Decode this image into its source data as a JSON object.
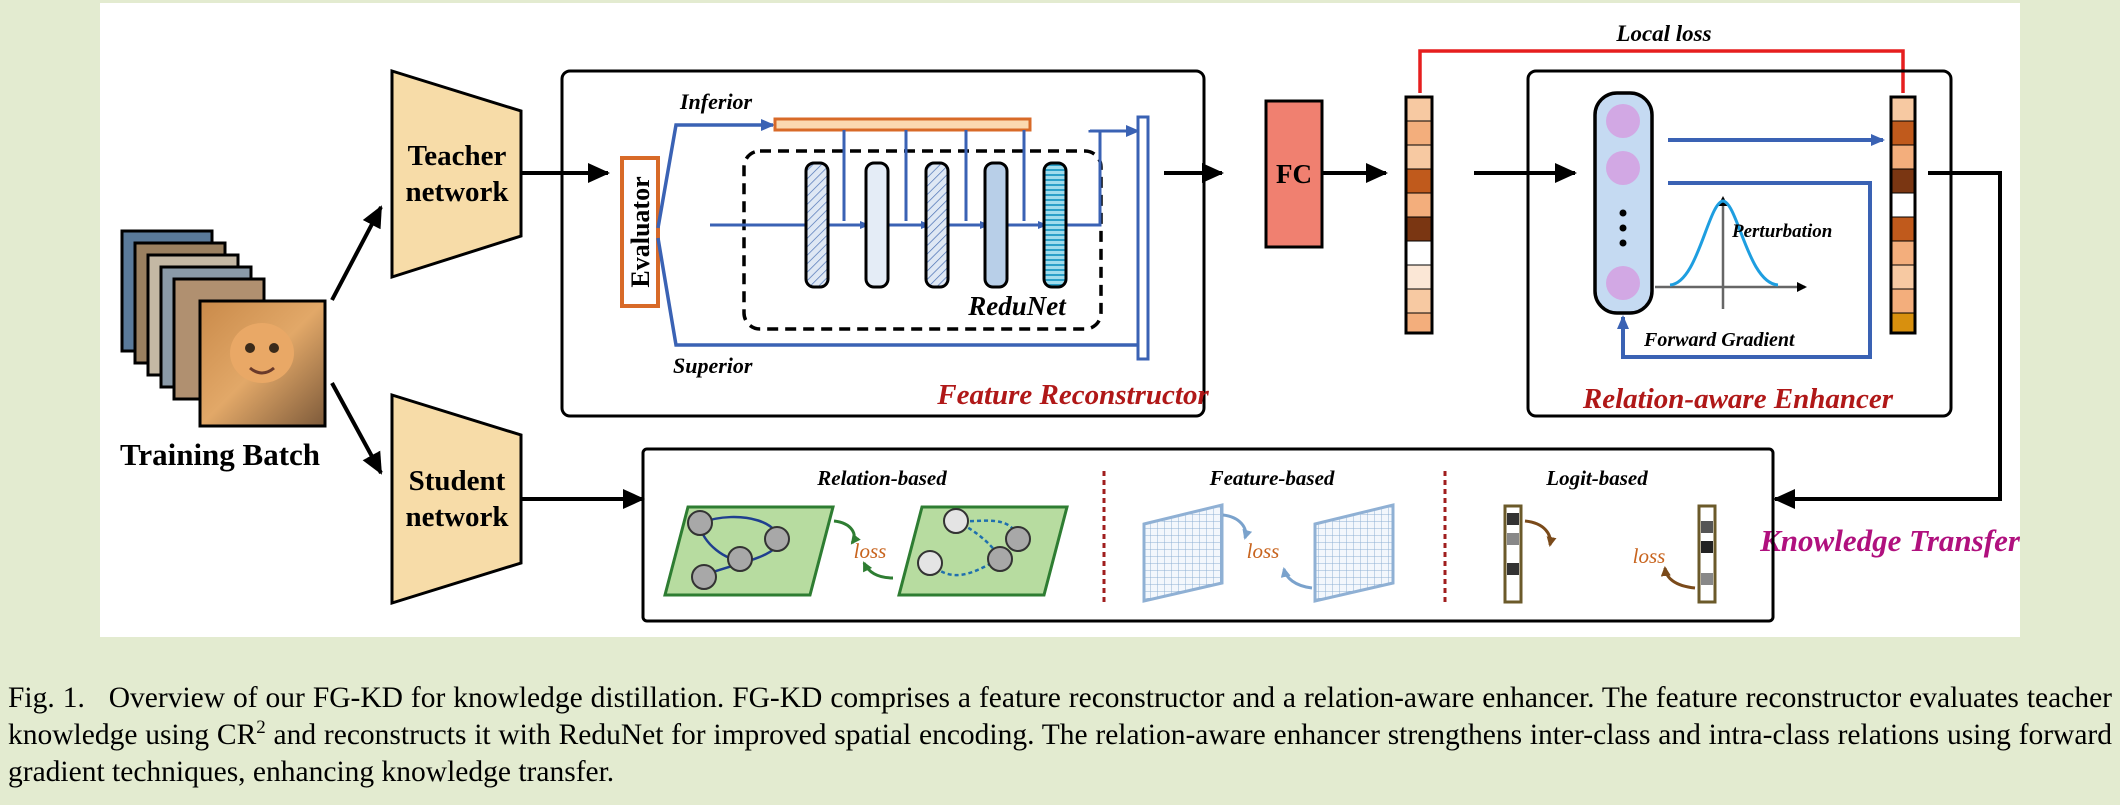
{
  "figure": {
    "training_batch_label": "Training Batch",
    "teacher_label_line1": "Teacher",
    "teacher_label_line2": "network",
    "student_label_line1": "Student",
    "student_label_line2": "network",
    "evaluator_label": "Evaluator",
    "inferior_label": "Inferior",
    "superior_label": "Superior",
    "redunet_label": "ReduNet",
    "feature_reconstructor_label": "Feature Reconstructor",
    "fc_label": "FC",
    "local_loss_label": "Local loss",
    "perturbation_label": "Perturbation",
    "forward_gradient_label": "Forward Gradient",
    "relation_aware_label": "Relation-aware Enhancer",
    "knowledge_transfer_label": "Knowledge Transfer",
    "relation_based_label": "Relation-based",
    "feature_based_label": "Feature-based",
    "logit_based_label": "Logit-based",
    "loss_label": "loss",
    "colors": {
      "teacher_fill": "#f7dca8",
      "accent_red": "#b01818",
      "knowledge_transfer": "#b0107e",
      "arrow_blue": "#3a62b4",
      "fc_fill": "#f08070",
      "local_loss_line": "#e61e1e",
      "loss_text": "#c8641e"
    }
  },
  "caption": {
    "prefix": "Fig. 1.",
    "text_a": "Overview of our FG-KD for knowledge distillation. FG-KD comprises a feature reconstructor and a relation-aware enhancer. The feature reconstructor evaluates teacher knowledge using CR",
    "sup": "2",
    "text_b": "and reconstructs it with ReduNet for improved spatial encoding. The relation-aware enhancer strengthens inter-class and intra-class relations using forward gradient techniques, enhancing knowledge transfer."
  }
}
